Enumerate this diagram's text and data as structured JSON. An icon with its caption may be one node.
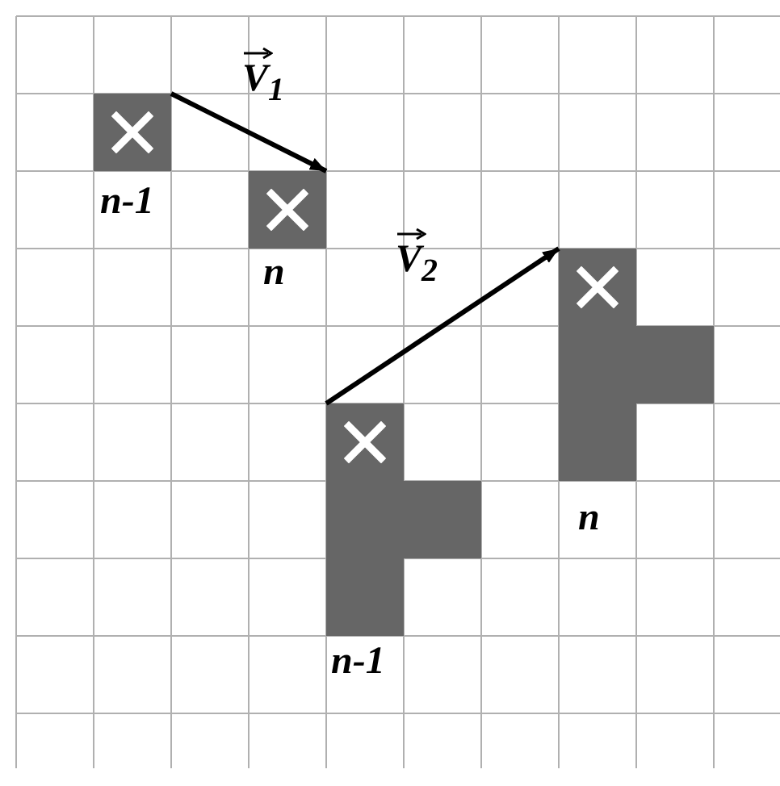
{
  "diagram": {
    "nodes": [
      {
        "text": [],
        "shape": "box",
        "beside": [
          "n-1"
        ]
      },
      {
        "text": [],
        "shape": "box",
        "beside": [
          "n"
        ]
      },
      {
        "text": [],
        "shape": "box",
        "beside": [
          "n-1"
        ]
      },
      {
        "text": [],
        "shape": "box",
        "beside": [
          "n"
        ]
      }
    ],
    "edges": [
      {
        "from": 0,
        "to": 1,
        "arrow": "to",
        "label": "V$_{1}$"
      },
      {
        "from": 2,
        "to": 3,
        "arrow": "to",
        "label": "V$_{2}$"
      }
    ]
  }
}
